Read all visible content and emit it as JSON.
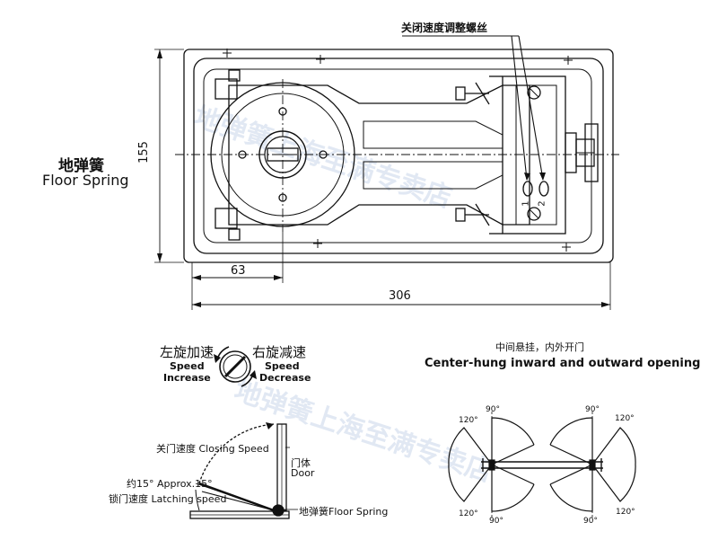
{
  "product": {
    "name_cn": "地弹簧",
    "name_en": "Floor Spring"
  },
  "top_view": {
    "adjust_screw_label": "关闭速度调整螺丝",
    "dim_height": "155",
    "dim_offset": "63",
    "dim_length": "306",
    "screw_numbers": [
      "1",
      "2"
    ]
  },
  "speed_dial": {
    "left_cn": "左旋加速",
    "left_en_1": "Speed",
    "left_en_2": "Increase",
    "right_cn": "右旋减速",
    "right_en_1": "Speed",
    "right_en_2": "Decrease"
  },
  "door_diagram": {
    "closing_speed": "关门速度  Closing Speed",
    "door_cn": "门体",
    "door_en": "Door",
    "approx": "约15°  Approx.15°",
    "latching_speed": "锁门速度  Latching speed",
    "floor_spring": "地弹簧Floor Spring"
  },
  "opening": {
    "title_cn": "中间悬挂，内外开门",
    "title_en": "Center-hung inward and outward opening",
    "angle_90": "90°",
    "angle_120": "120°"
  },
  "watermark": {
    "text": "地弹簧上海至满专卖店"
  },
  "colors": {
    "line": "#111111",
    "watermark": "#8aa3cc"
  }
}
